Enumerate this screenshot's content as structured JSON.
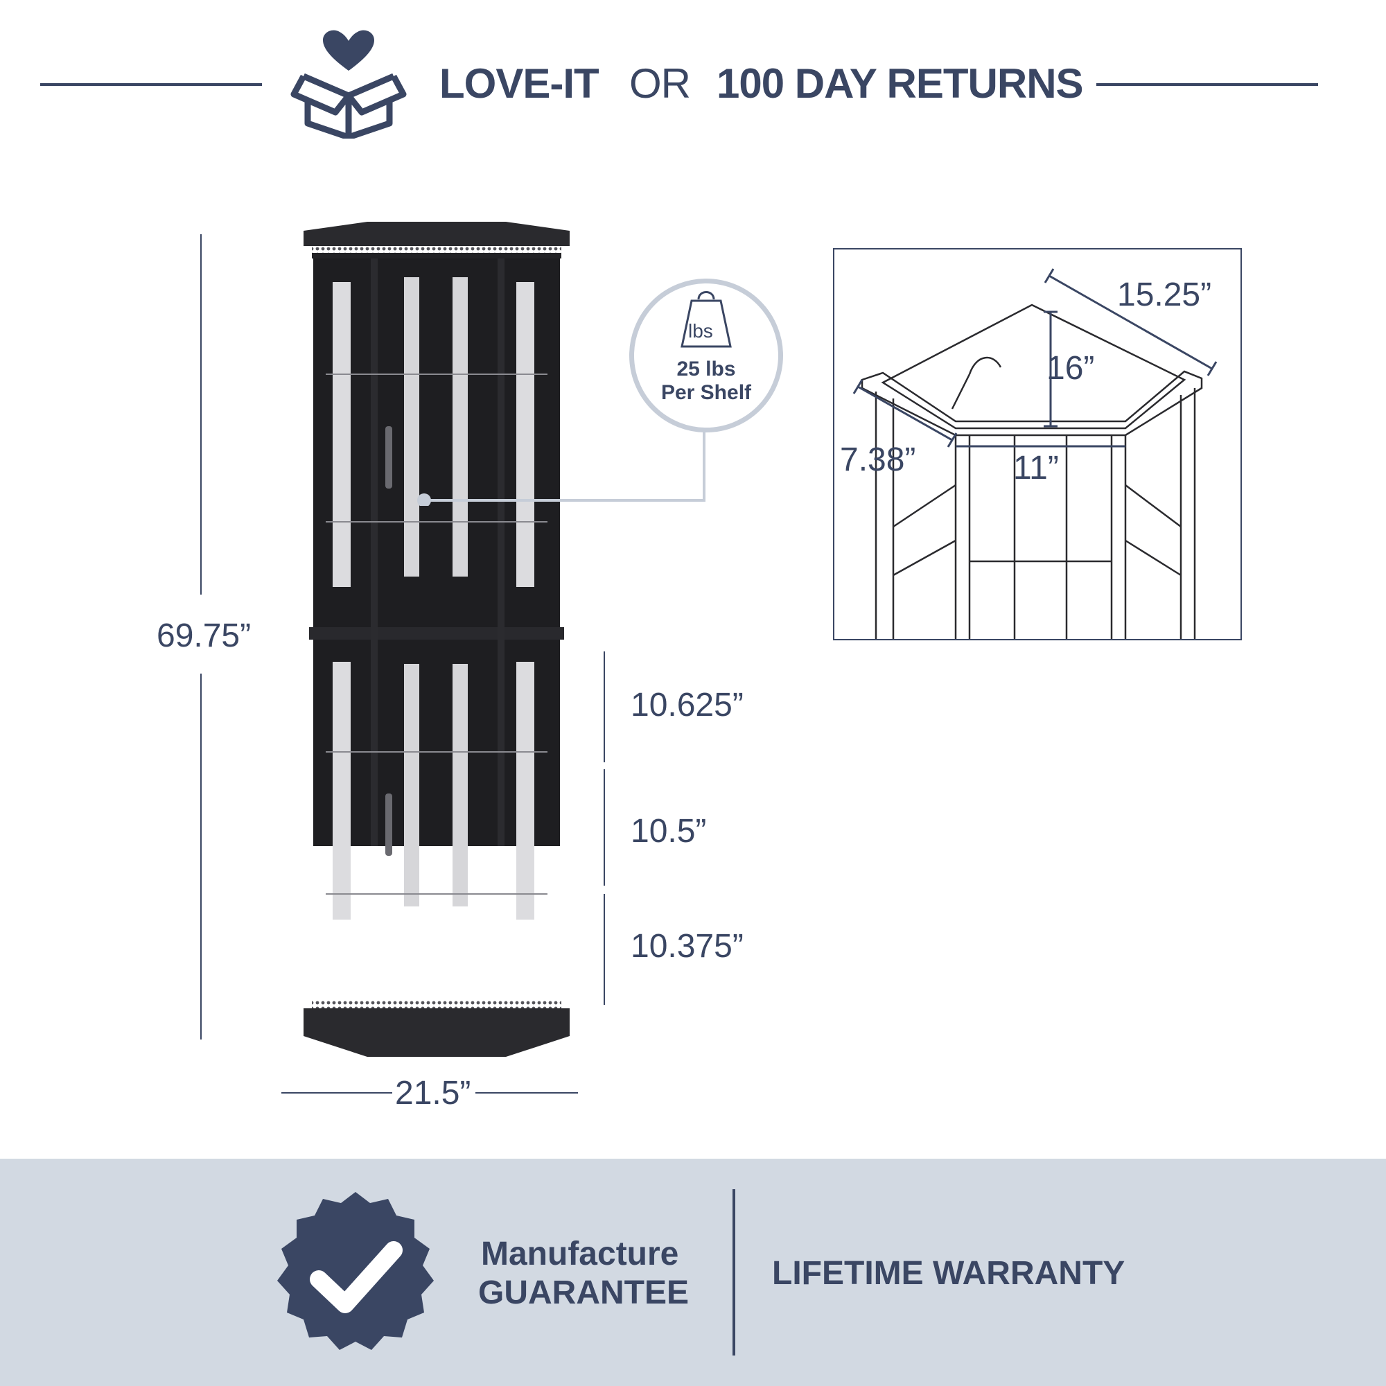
{
  "header": {
    "love_it": "LOVE-IT",
    "or": "OR",
    "returns": "100 DAY RETURNS"
  },
  "dimensions": {
    "height": "69.75”",
    "width": "21.5”",
    "shelf_gap_1": "10.625”",
    "shelf_gap_2": "10.5”",
    "shelf_gap_3": "10.375”",
    "side_top": "15.25”",
    "depth": "16”",
    "side_front": "7.38”",
    "front": "11”"
  },
  "weight_badge": {
    "unit": "lbs",
    "capacity": "25 lbs",
    "per": "Per Shelf"
  },
  "footer": {
    "manufacture": "Manufacture",
    "guarantee": "GUARANTEE",
    "warranty": "LIFETIME WARRANTY"
  },
  "colors": {
    "navy": "#3a4663",
    "footer_bg": "#d2d9e2",
    "cabinet": "#1f1f22"
  },
  "icons": [
    "heart-box-icon",
    "weight-icon",
    "check-seal-icon"
  ]
}
